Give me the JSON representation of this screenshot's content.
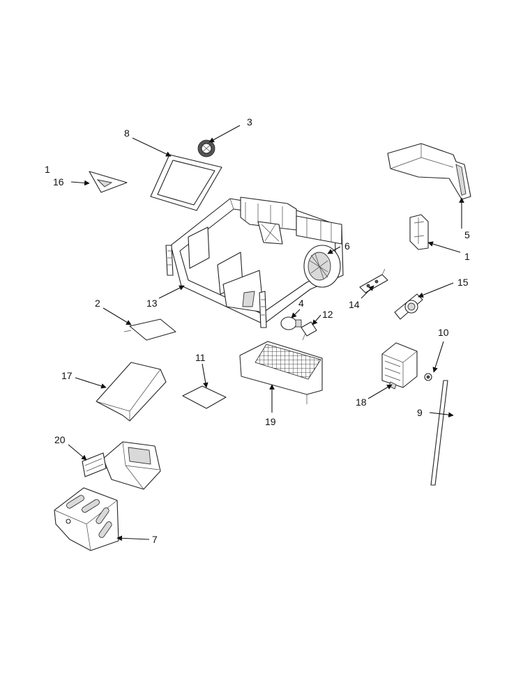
{
  "callouts": [
    {
      "id": "1a",
      "text": "1"
    },
    {
      "id": "16",
      "text": "16"
    },
    {
      "id": "8",
      "text": "8"
    },
    {
      "id": "3",
      "text": "3"
    },
    {
      "id": "5",
      "text": "5"
    },
    {
      "id": "1b",
      "text": "1"
    },
    {
      "id": "6",
      "text": "6"
    },
    {
      "id": "15",
      "text": "15"
    },
    {
      "id": "13",
      "text": "13"
    },
    {
      "id": "2",
      "text": "2"
    },
    {
      "id": "4",
      "text": "4"
    },
    {
      "id": "12",
      "text": "12"
    },
    {
      "id": "14",
      "text": "14"
    },
    {
      "id": "10",
      "text": "10"
    },
    {
      "id": "17",
      "text": "17"
    },
    {
      "id": "11",
      "text": "11"
    },
    {
      "id": "18",
      "text": "18"
    },
    {
      "id": "9",
      "text": "9"
    },
    {
      "id": "19",
      "text": "19"
    },
    {
      "id": "20",
      "text": "20"
    },
    {
      "id": "7",
      "text": "7"
    }
  ]
}
